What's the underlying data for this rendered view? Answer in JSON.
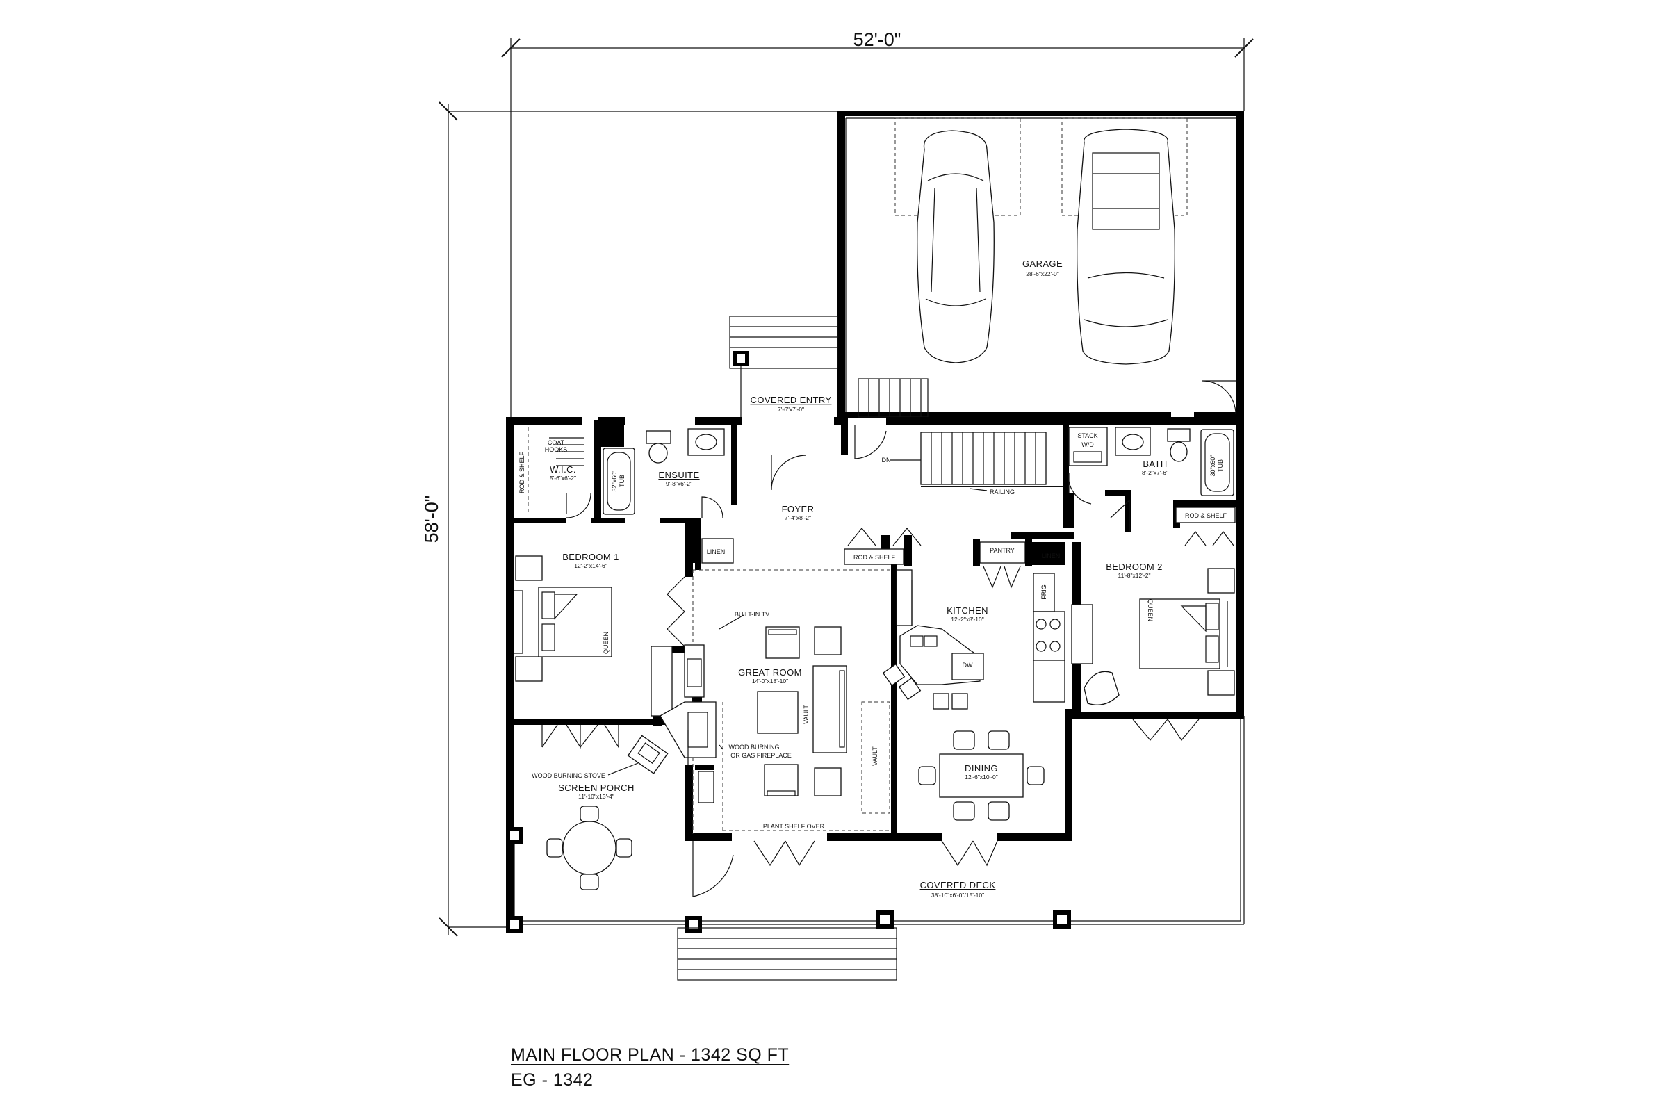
{
  "dimensions": {
    "width": "52'-0\"",
    "depth": "58'-0\""
  },
  "rooms": {
    "garage": {
      "name": "GARAGE",
      "size": "28'-6\"x22'-0\""
    },
    "covered_entry": {
      "name": "COVERED ENTRY",
      "size": "7'-6\"x7'-0\""
    },
    "wic": {
      "name": "W.I.C.",
      "size": "5'-6\"x6'-2\""
    },
    "ensuite": {
      "name": "ENSUITE",
      "size": "9'-8\"x6'-2\""
    },
    "foyer": {
      "name": "FOYER",
      "size": "7'-4\"x8'-2\""
    },
    "bath": {
      "name": "BATH",
      "size": "8'-2\"x7'-6\""
    },
    "bedroom1": {
      "name": "BEDROOM 1",
      "size": "12'-2\"x14'-6\""
    },
    "bedroom2": {
      "name": "BEDROOM 2",
      "size": "11'-8\"x12'-2\""
    },
    "kitchen": {
      "name": "KITCHEN",
      "size": "12'-2\"x8'-10\""
    },
    "great_room": {
      "name": "GREAT ROOM",
      "size": "14'-0\"x18'-10\""
    },
    "dining": {
      "name": "DINING",
      "size": "12'-6\"x10'-0\""
    },
    "screen_porch": {
      "name": "SCREEN PORCH",
      "size": "11'-10\"x13'-4\""
    },
    "covered_deck": {
      "name": "COVERED DECK",
      "size": "38'-10\"x6'-0\"/15'-10\""
    }
  },
  "labels": {
    "coat_hooks_1": "COAT",
    "coat_hooks_2": "HOOKS",
    "rod_shelf": "ROD & SHELF",
    "tub_size_1": "32\"x60\"",
    "tub": "TUB",
    "tub_size_2": "30\"x60\"",
    "linen": "LINEN",
    "stack_wd_1": "STACK",
    "stack_wd_2": "W/D",
    "dn": "DN",
    "railing": "RAILING",
    "pantry": "PANTRY",
    "frig": "FRIG",
    "dw": "DW",
    "queen": "QUEEN",
    "built_in_tv": "BUILT-IN TV",
    "vault": "VAULT",
    "fireplace_1": "WOOD BURNING",
    "fireplace_2": "OR GAS FIREPLACE",
    "wood_stove": "WOOD BURNING STOVE",
    "plant_shelf": "PLANT SHELF OVER"
  },
  "caption": {
    "title": "MAIN FLOOR PLAN - 1342 SQ FT",
    "code": "EG - 1342"
  }
}
